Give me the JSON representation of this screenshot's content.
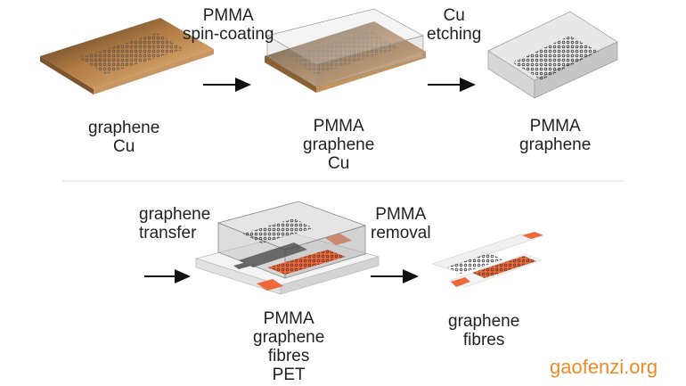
{
  "steps": {
    "s1_lines": [
      "graphene",
      "Cu"
    ],
    "arrow1_lines": [
      "PMMA",
      "spin-coating"
    ],
    "s2_lines": [
      "PMMA",
      "graphene",
      "Cu"
    ],
    "arrow2_lines": [
      "Cu",
      "etching"
    ],
    "s3_lines": [
      "PMMA",
      "graphene"
    ],
    "arrow3_lines": [
      "graphene",
      "transfer"
    ],
    "s4_lines": [
      "PMMA",
      "graphene",
      "fibres",
      "PET"
    ],
    "arrow4_lines": [
      "PMMA",
      "removal"
    ],
    "s5_lines": [
      "graphene",
      "fibres"
    ]
  },
  "watermark": "gaofenzi.org",
  "colors": {
    "copper": "#d9a066",
    "copper_dark": "#a8703a",
    "pmma": "#d4d4d4",
    "graphene": "#555555",
    "fibre_orange": "#ee6a3a",
    "pet": "#f2f2f2",
    "arrow": "#111111",
    "watermark": "#f08a24"
  }
}
